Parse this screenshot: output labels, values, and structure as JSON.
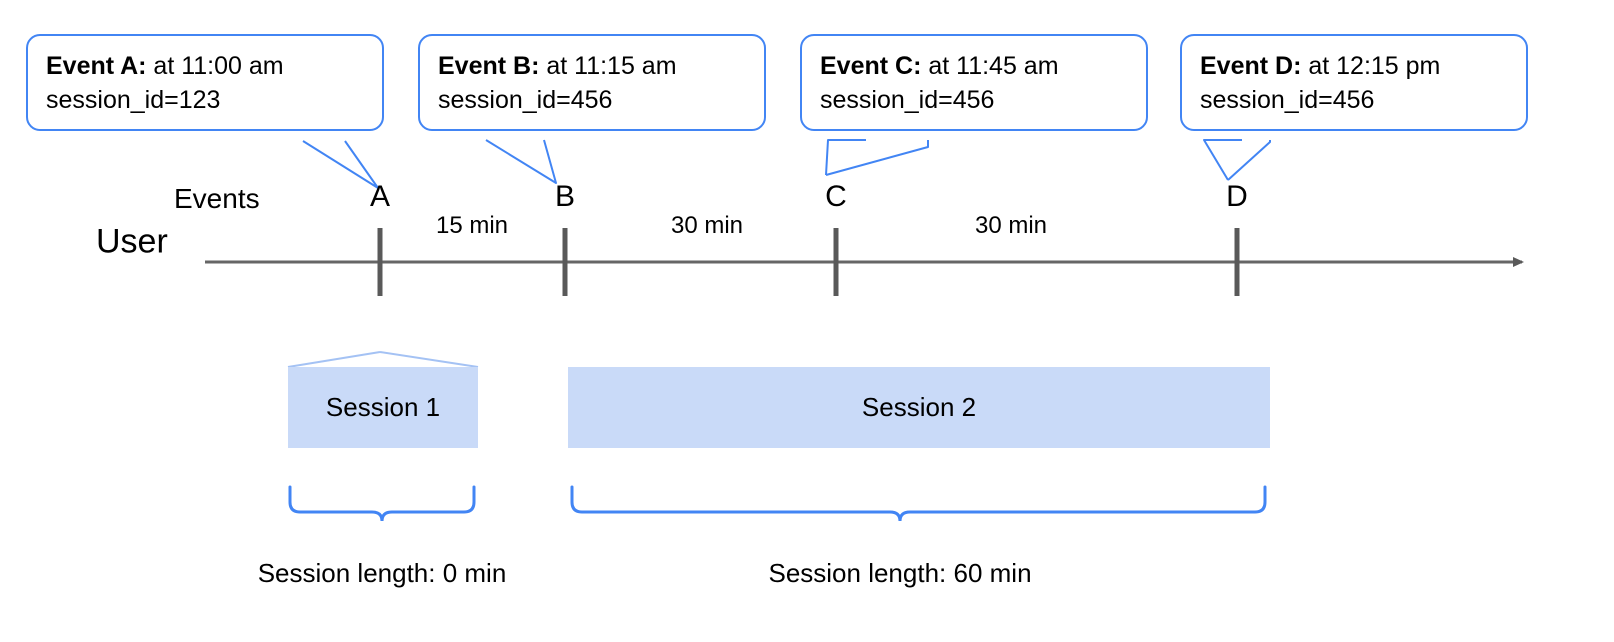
{
  "diagram": {
    "title_row_label": "Events",
    "axis_label": "User",
    "callouts": [
      {
        "lead": "Event A:",
        "rest": " at 11:00 am",
        "line2": "session_id=123"
      },
      {
        "lead": "Event B:",
        "rest": " at 11:15 am",
        "line2": "session_id=456"
      },
      {
        "lead": "Event C:",
        "rest": " at 11:45 am",
        "line2": "session_id=456"
      },
      {
        "lead": "Event D:",
        "rest": " at 12:15 pm",
        "line2": "session_id=456"
      }
    ],
    "markers": [
      {
        "label": "A"
      },
      {
        "label": "B"
      },
      {
        "label": "C"
      },
      {
        "label": "D"
      }
    ],
    "gaps": [
      {
        "label": "15 min"
      },
      {
        "label": "30 min"
      },
      {
        "label": "30 min"
      }
    ],
    "sessions": [
      {
        "name": "Session 1",
        "length_label": "Session length: 0 min"
      },
      {
        "name": "Session 2",
        "length_label": "Session length: 60 min"
      }
    ],
    "colors": {
      "accent_blue": "#4285f4",
      "session_fill": "#c9daf8",
      "axis_gray": "#666666",
      "tick_gray": "#595959",
      "connector_blue": "#a4c2f4"
    }
  }
}
